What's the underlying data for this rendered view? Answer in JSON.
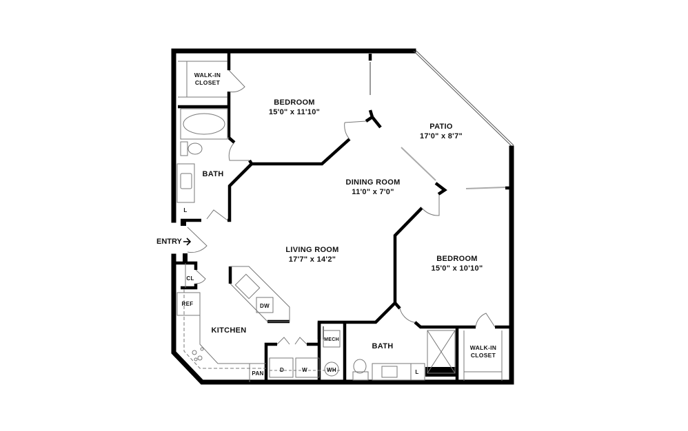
{
  "floor_plan": {
    "type": "apartment floor plan",
    "rooms": {
      "bedroom_1": {
        "name": "BEDROOM",
        "dimensions": "15'0\" x 11'10\""
      },
      "walk_in_closet_1": {
        "name_line1": "WALK-IN",
        "name_line2": "CLOSET"
      },
      "bath_1": {
        "name": "BATH"
      },
      "patio": {
        "name": "PATIO",
        "dimensions": "17'0\" x 8'7\""
      },
      "dining_room": {
        "name": "DINING ROOM",
        "dimensions": "11'0\" x 7'0\""
      },
      "living_room": {
        "name": "LIVING ROOM",
        "dimensions": "17'7\" x 14'2\""
      },
      "bedroom_2": {
        "name": "BEDROOM",
        "dimensions": "15'0\" x 10'10\""
      },
      "kitchen": {
        "name": "KITCHEN"
      },
      "bath_2": {
        "name": "BATH"
      },
      "walk_in_closet_2": {
        "name_line1": "WALK-IN",
        "name_line2": "CLOSET"
      }
    },
    "fixtures": {
      "linen_1": "L",
      "linen_2": "L",
      "coat_closet": "CL",
      "refrigerator": "REF",
      "dishwasher": "DW",
      "pantry": "PAN",
      "dryer": "D",
      "washer": "W",
      "water_heater": "WH",
      "mechanical": "MECH"
    },
    "entry": {
      "label": "ENTRY",
      "arrow": "→"
    }
  }
}
